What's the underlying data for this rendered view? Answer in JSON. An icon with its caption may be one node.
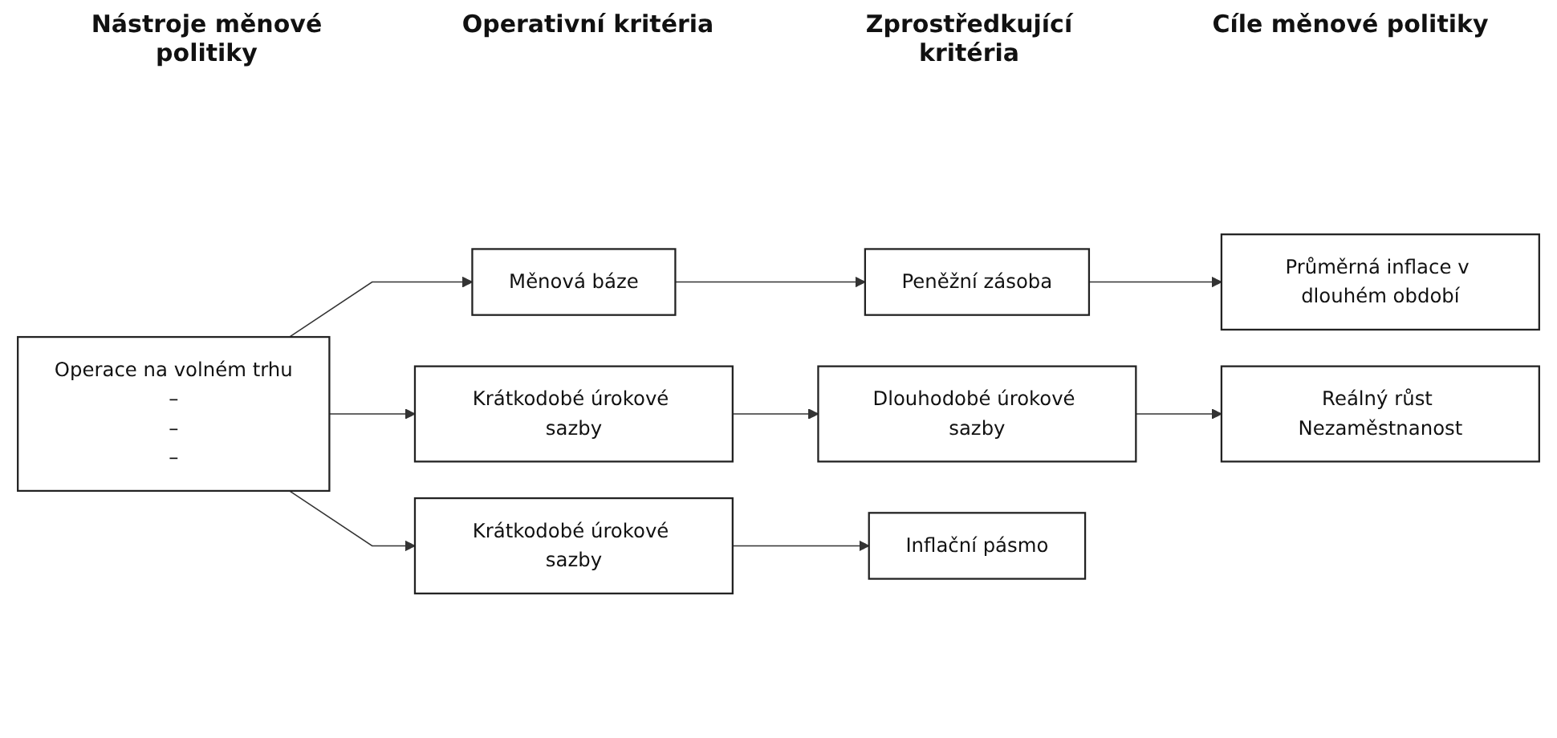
{
  "diagram": {
    "nodes": [
      {
        "text": [
          "Operace na volném trhu",
          "–",
          "–",
          "–"
        ]
      },
      {
        "text": [
          "Měnová báze"
        ]
      },
      {
        "text": [
          "Krátkodobé úrokové sazby"
        ]
      },
      {
        "text": [
          "Krátkodobé úrokové sazby"
        ]
      },
      {
        "text": [
          "Peněžní zásoba"
        ]
      },
      {
        "text": [
          "Dlouhodobé úrokové sazby"
        ]
      },
      {
        "text": [
          "Průměrná inflace v dlouhém období"
        ]
      },
      {
        "text": [
          "Reálný růst Nezaměstnanost"
        ]
      },
      {
        "text": [
          "Inflační pásmo"
        ]
      }
    ],
    "edges": [
      {
        "from": 0,
        "to": 1,
        "arrow": "to"
      },
      {
        "from": 0,
        "to": 2,
        "arrow": "to"
      },
      {
        "from": 0,
        "to": 3,
        "arrow": "to"
      },
      {
        "from": 1,
        "to": 4,
        "arrow": "to"
      },
      {
        "from": 4,
        "to": 6,
        "arrow": "to"
      },
      {
        "from": 2,
        "to": 5,
        "arrow": "to"
      },
      {
        "from": 5,
        "to": 7,
        "arrow": "to"
      },
      {
        "from": 3,
        "to": 8,
        "arrow": "to"
      }
    ],
    "labels": [
      "Nástroje měnové politiky",
      "Operativní kritéria",
      "Zprostředkující kritéria",
      "Cíle měnové politiky"
    ]
  }
}
